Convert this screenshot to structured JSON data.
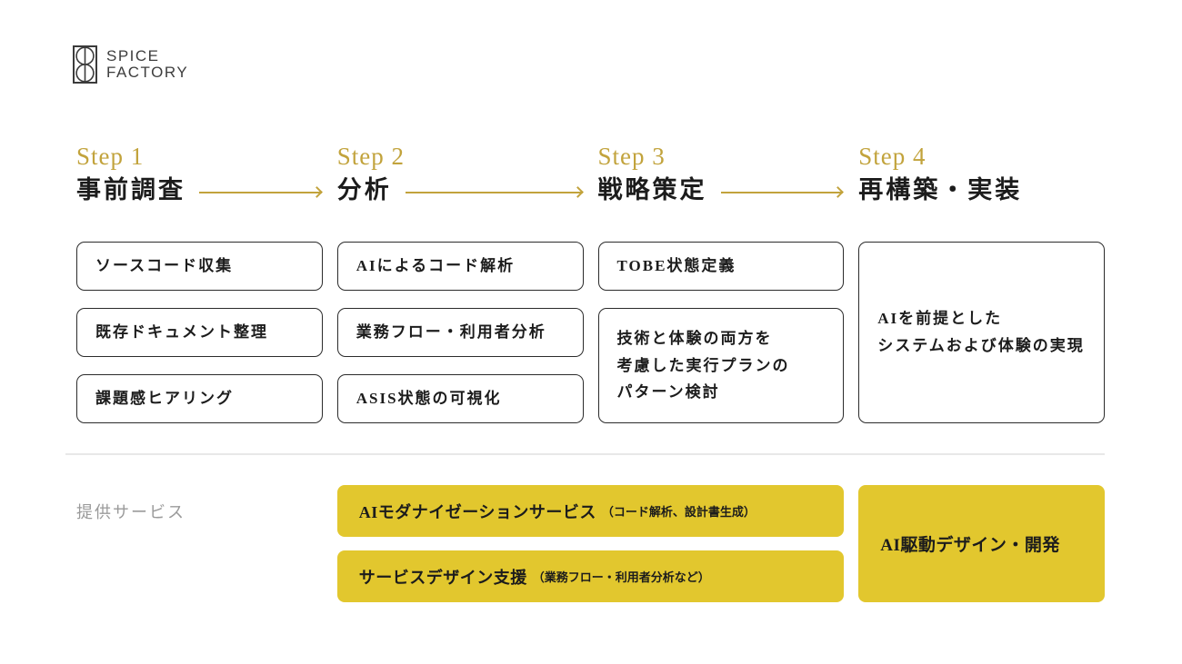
{
  "logo": {
    "line1": "SPICE",
    "line2": "FACTORY"
  },
  "colors": {
    "gold_accent": "#c2a33c",
    "service_yellow": "#e2c72e",
    "ink": "#1c1c1c",
    "box_border": "#2b2b2b",
    "muted_gray": "#9a9a9a",
    "divider_gray": "#e8e8e8"
  },
  "steps": [
    {
      "label": "Step 1",
      "title": "事前調査",
      "boxes": [
        "ソースコード収集",
        "既存ドキュメント整理",
        "課題感ヒアリング"
      ]
    },
    {
      "label": "Step 2",
      "title": "分析",
      "boxes": [
        "AIによるコード解析",
        "業務フロー・利用者分析",
        "ASIS状態の可視化"
      ]
    },
    {
      "label": "Step 3",
      "title": "戦略策定",
      "boxes": [
        "TOBE状態定義",
        "技術と体験の両方を\n考慮した実行プランの\nパターン検討"
      ]
    },
    {
      "label": "Step 4",
      "title": "再構築・実装",
      "boxes": [
        "AIを前提とした\nシステムおよび体験の実現"
      ]
    }
  ],
  "services": {
    "label": "提供サービス",
    "items": [
      {
        "main": "AIモダナイゼーションサービス",
        "sub": "（コード解析、設計書生成）"
      },
      {
        "main": "サービスデザイン支援",
        "sub": "（業務フロー・利用者分析など）"
      },
      {
        "main": "AI駆動デザイン・開発",
        "sub": ""
      }
    ]
  }
}
